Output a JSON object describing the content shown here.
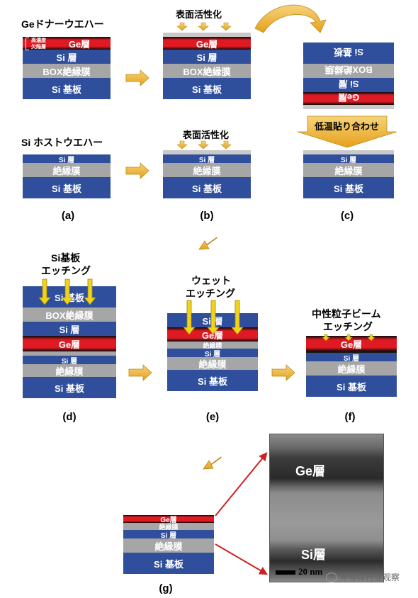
{
  "labels": {
    "ge_donor": "Geドナーウエハー",
    "si_host": "Si ホストウエハー",
    "surface_activation_top": "表面活性化",
    "surface_activation_bottom": "表面活性化",
    "low_temp_bonding": "低温貼り合わせ",
    "si_substrate_etching_1": "Si基板",
    "si_substrate_etching_2": "エッチング",
    "wet_etching_1": "ウェット",
    "wet_etching_2": "エッチング",
    "neutral_beam_1": "中性粒子ビーム",
    "neutral_beam_2": "エッチング",
    "hi_conc_layer": "高濃度",
    "defect_layer": "欠陥層"
  },
  "layers": {
    "ge": "Ge層",
    "si": "Si 層",
    "box": "BOX絶縁膜",
    "insulator": "絶縁膜",
    "si_substrate": "Si 基板",
    "si_layer_small": "Si 層"
  },
  "captions": [
    "(a)",
    "(b)",
    "(c)",
    "(d)",
    "(e)",
    "(f)",
    "(g)"
  ],
  "tem": {
    "ge_label": "Ge層",
    "si_label": "Si層",
    "scale": "20 nm"
  },
  "watermark": "半导体行业观察",
  "colors": {
    "si_blue": "#2f4f9c",
    "insulator_gray": "#a6a6a6",
    "ge_red": "#e01a22",
    "arrow_gold": "#f0b32a"
  }
}
